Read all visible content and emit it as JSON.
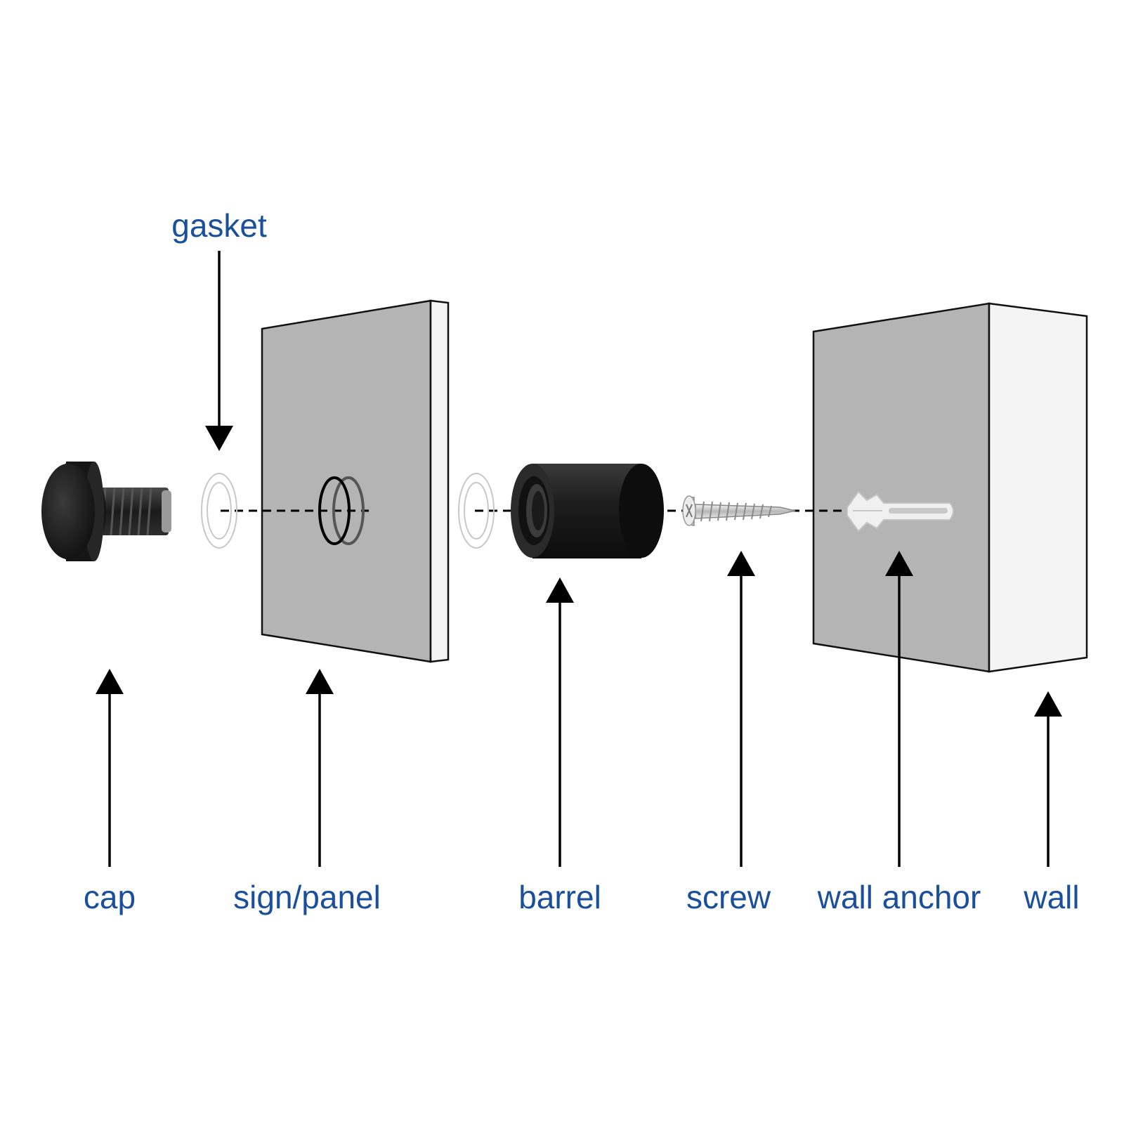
{
  "labels": {
    "gasket": "gasket",
    "cap": "cap",
    "sign_panel": "sign/panel",
    "barrel": "barrel",
    "screw": "screw",
    "wall_anchor": "wall anchor",
    "wall": "wall"
  },
  "colors": {
    "label_blue": "#1a4f9c",
    "panel_gray": "#b4b4b4",
    "edge_light": "#f2f2f2",
    "part_black": "#1c1c1c",
    "outline": "#111111"
  },
  "icons": {
    "cap": "cap-bolt-icon",
    "gasket": "gasket-ring-icon",
    "barrel": "barrel-icon",
    "screw": "screw-icon",
    "wall_anchor": "wall-anchor-icon"
  }
}
